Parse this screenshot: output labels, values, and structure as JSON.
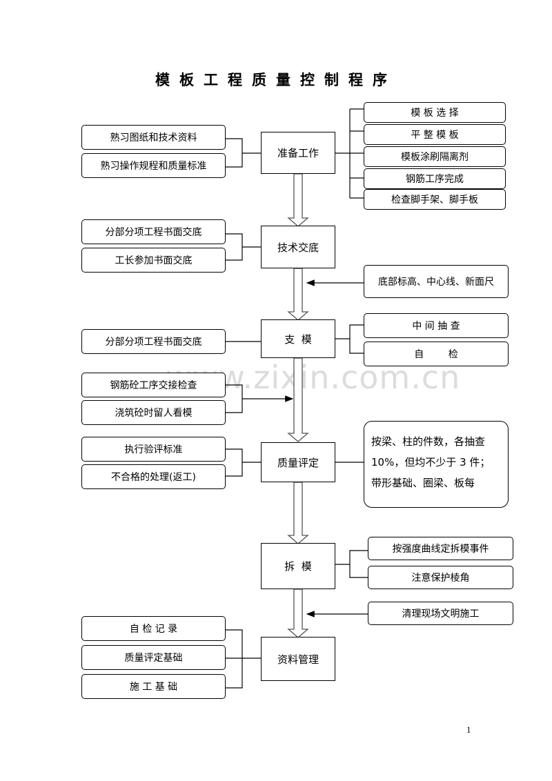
{
  "title": "模板工程质量控制程序",
  "watermark": "www.zixin.com.cn",
  "page_number": "1",
  "steps": {
    "prep": "准备工作",
    "tech": "技术交底",
    "formwork": "支  模",
    "quality": "质量评定",
    "removal": "拆  模",
    "records": "资料管理"
  },
  "prep_left": [
    "熟习图纸和技术资料",
    "熟习操作规程和质量标准"
  ],
  "prep_right": [
    "模 板 选 择",
    "平 整 模 板",
    "模板涂刷隔离剂",
    "钢筋工序完成",
    "检查脚手架、脚手板"
  ],
  "tech_left": [
    "分部分项工程书面交底",
    "工长参加书面交底"
  ],
  "tech_right": "底部标高、中心线、新面尺",
  "formwork_left": "分部分项工程书面交底",
  "formwork_right": [
    "中 间 抽 查",
    "自        检"
  ],
  "pour_left": [
    "钢筋砼工序交接检查",
    "浇筑砼时留人看模"
  ],
  "quality_left": [
    "执行验评标准",
    "不合格的处理(返工)"
  ],
  "quality_note": [
    "按梁、柱的件数，各抽查",
    "10%，但均不少于 3 件；",
    "带形基础、圈梁、板每"
  ],
  "removal_right": [
    "按强度曲线定拆模事件",
    "注意保护棱角"
  ],
  "removal_right2": "清理现场文明施工",
  "records_left": [
    "自 检 记 录",
    "质量评定基础",
    "施 工 基 础"
  ]
}
